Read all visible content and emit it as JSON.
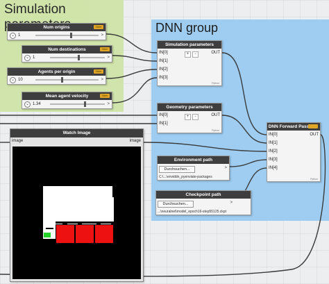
{
  "groups": {
    "simulation": "Simulation parameters",
    "dnn": "DNN group"
  },
  "sliders": [
    {
      "title": "Num origins",
      "value": "1",
      "pos": 0.55
    },
    {
      "title": "Num destinations",
      "value": "1",
      "pos": 0.5
    },
    {
      "title": "Agents per origin",
      "value": "10",
      "pos": 0.4
    },
    {
      "title": "Mean agent velocity",
      "value": "1.34",
      "pos": 0.62
    }
  ],
  "tag_label": "Slider",
  "sim_node": {
    "title": "Simulation parameters",
    "inputs": [
      "IN[0]",
      "IN[1]",
      "IN[2]",
      "IN[3]"
    ],
    "output": "OUT",
    "footer": "Python"
  },
  "geo_node": {
    "title": "Geometry parameters",
    "inputs": [
      "IN[0]",
      "IN[1]"
    ],
    "output": "OUT",
    "footer": "Python"
  },
  "dnn_node": {
    "title": "DNN Forward Pass",
    "inputs": [
      "IN[0]",
      "IN[1]",
      "IN[2]",
      "IN[3]",
      "IN[4]"
    ],
    "output": "OUT",
    "footer": "Python"
  },
  "env_node": {
    "title": "Environment path",
    "button": "Durchsuchen...",
    "path": "C:\\...\\enviddn_pyenviate-packages"
  },
  "ckpt_node": {
    "title": "Checkpoint path",
    "button": "Durchsuchen...",
    "path": "...\\neuralnet\\model_epoch16-step55125.ckpt"
  },
  "watch": {
    "title": "Watch Image",
    "in_label": "image",
    "out_label": "image"
  },
  "buttons": {
    "plus": "+",
    "minus": "-"
  },
  "icons": {
    "chevron": "chevron-down-icon",
    "arrow": "arrow-right-icon"
  },
  "colors": {
    "sim_group": "#cfe3a6",
    "dnn_group": "#9ecdf1",
    "node_header": "#3e3e3e",
    "wire": "#3a3a3a",
    "red": "#ee1111",
    "green": "#23d12a"
  }
}
